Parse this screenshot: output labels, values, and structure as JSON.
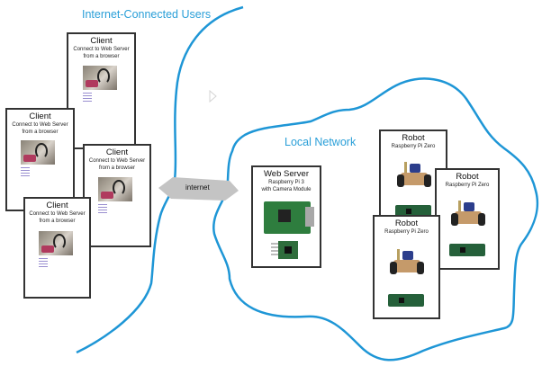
{
  "zones": {
    "internet_users": {
      "title": "Internet-Connected Users"
    },
    "local_network": {
      "title": "Local Network"
    }
  },
  "connector": {
    "label": "internet"
  },
  "clients": [
    {
      "title": "Client",
      "subtitle_line1": "Connect to Web Server",
      "subtitle_line2": "from a browser"
    },
    {
      "title": "Client",
      "subtitle_line1": "Connect to Web Server",
      "subtitle_line2": "from a browser"
    },
    {
      "title": "Client",
      "subtitle_line1": "Connect to Web Server",
      "subtitle_line2": "from a browser"
    },
    {
      "title": "Client",
      "subtitle_line1": "Connect to Web Server",
      "subtitle_line2": "from a browser"
    }
  ],
  "web_server": {
    "title": "Web Server",
    "subtitle_line1": "Raspberry Pi 3",
    "subtitle_line2": "with Camera Module"
  },
  "robots": [
    {
      "title": "Robot",
      "subtitle": "Raspberry Pi Zero"
    },
    {
      "title": "Robot",
      "subtitle": "Raspberry Pi Zero"
    },
    {
      "title": "Robot",
      "subtitle": "Raspberry Pi Zero"
    }
  ],
  "colors": {
    "boundary": "#1e96d6",
    "title": "#2a9fd8",
    "connector_fill": "#c4c4c4"
  }
}
